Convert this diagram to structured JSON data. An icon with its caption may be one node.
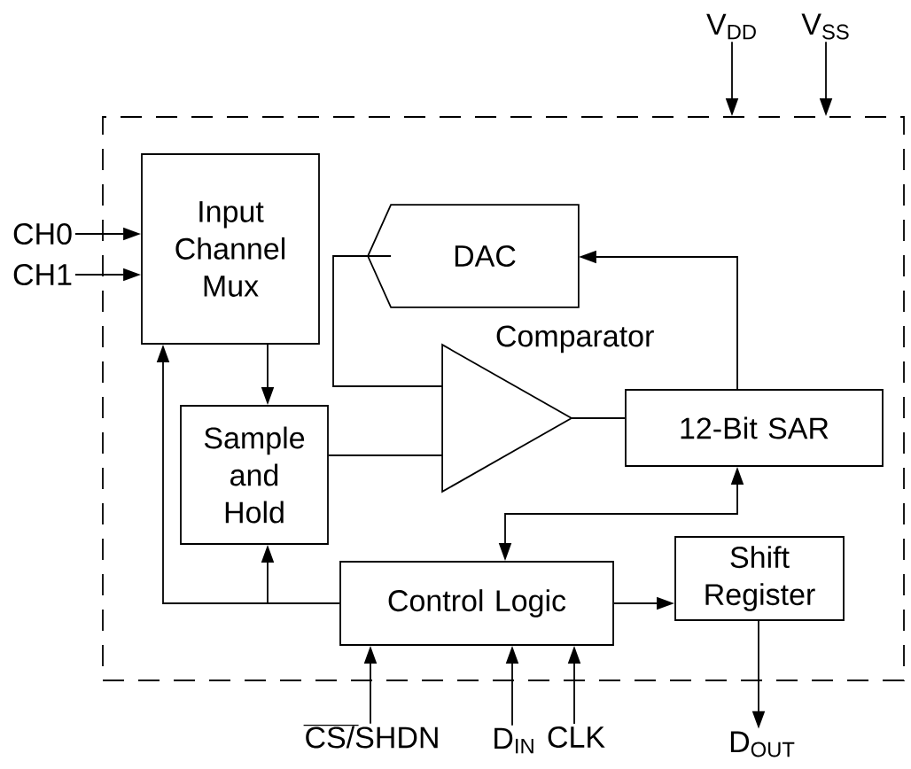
{
  "diagram": {
    "nodes": [
      {
        "text": [],
        "shape": "box"
      },
      {
        "text": [
          "Input Channel Mux"
        ],
        "in": 0
      },
      {
        "text": [
          "DAC"
        ],
        "in": 0
      },
      {
        "text": [
          "Comparator"
        ],
        "in": 0
      },
      {
        "text": [
          "Sample and Hold"
        ],
        "in": 0
      },
      {
        "text": [
          "12-Bit SAR"
        ],
        "in": 0
      },
      {
        "text": [
          "Control Logic"
        ],
        "in": 0
      },
      {
        "text": [
          "Shift Register"
        ],
        "in": 0
      },
      {
        "text": [
          "CH0"
        ]
      },
      {
        "text": [
          "CH1"
        ]
      },
      {
        "text": [
          "V$_{DD}$"
        ]
      },
      {
        "text": [
          "V$_{SS}$"
        ]
      },
      {
        "text": [
          "CS/SHDN"
        ]
      },
      {
        "text": [
          "D$_{IN}$"
        ]
      },
      {
        "text": [
          "CLK"
        ]
      },
      {
        "text": [
          "D$_{OUT}$"
        ]
      }
    ],
    "edges": [
      {
        "from": 8,
        "to": 1,
        "arrow": "to"
      },
      {
        "from": 9,
        "to": 1,
        "arrow": "to"
      },
      {
        "from": 10,
        "to": 0,
        "arrow": "to"
      },
      {
        "from": 11,
        "to": 0,
        "arrow": "to"
      },
      {
        "from": 1,
        "to": 4,
        "arrow": "to"
      },
      {
        "from": 6,
        "to": 4,
        "arrow": "to"
      },
      {
        "from": 6,
        "to": 1,
        "arrow": "to"
      },
      {
        "from": 2,
        "to": 3,
        "arrow": "none"
      },
      {
        "from": 4,
        "to": 3,
        "arrow": "none"
      },
      {
        "from": 3,
        "to": 5,
        "arrow": "none"
      },
      {
        "from": 5,
        "to": 2,
        "arrow": "to"
      },
      {
        "from": 5,
        "to": 6,
        "arrow": "both"
      },
      {
        "from": 6,
        "to": 7,
        "arrow": "to"
      },
      {
        "from": 7,
        "to": 15,
        "arrow": "to"
      },
      {
        "from": 12,
        "to": 6,
        "arrow": "to"
      },
      {
        "from": 13,
        "to": 6,
        "arrow": "to"
      },
      {
        "from": 14,
        "to": 6,
        "arrow": "to"
      }
    ]
  }
}
